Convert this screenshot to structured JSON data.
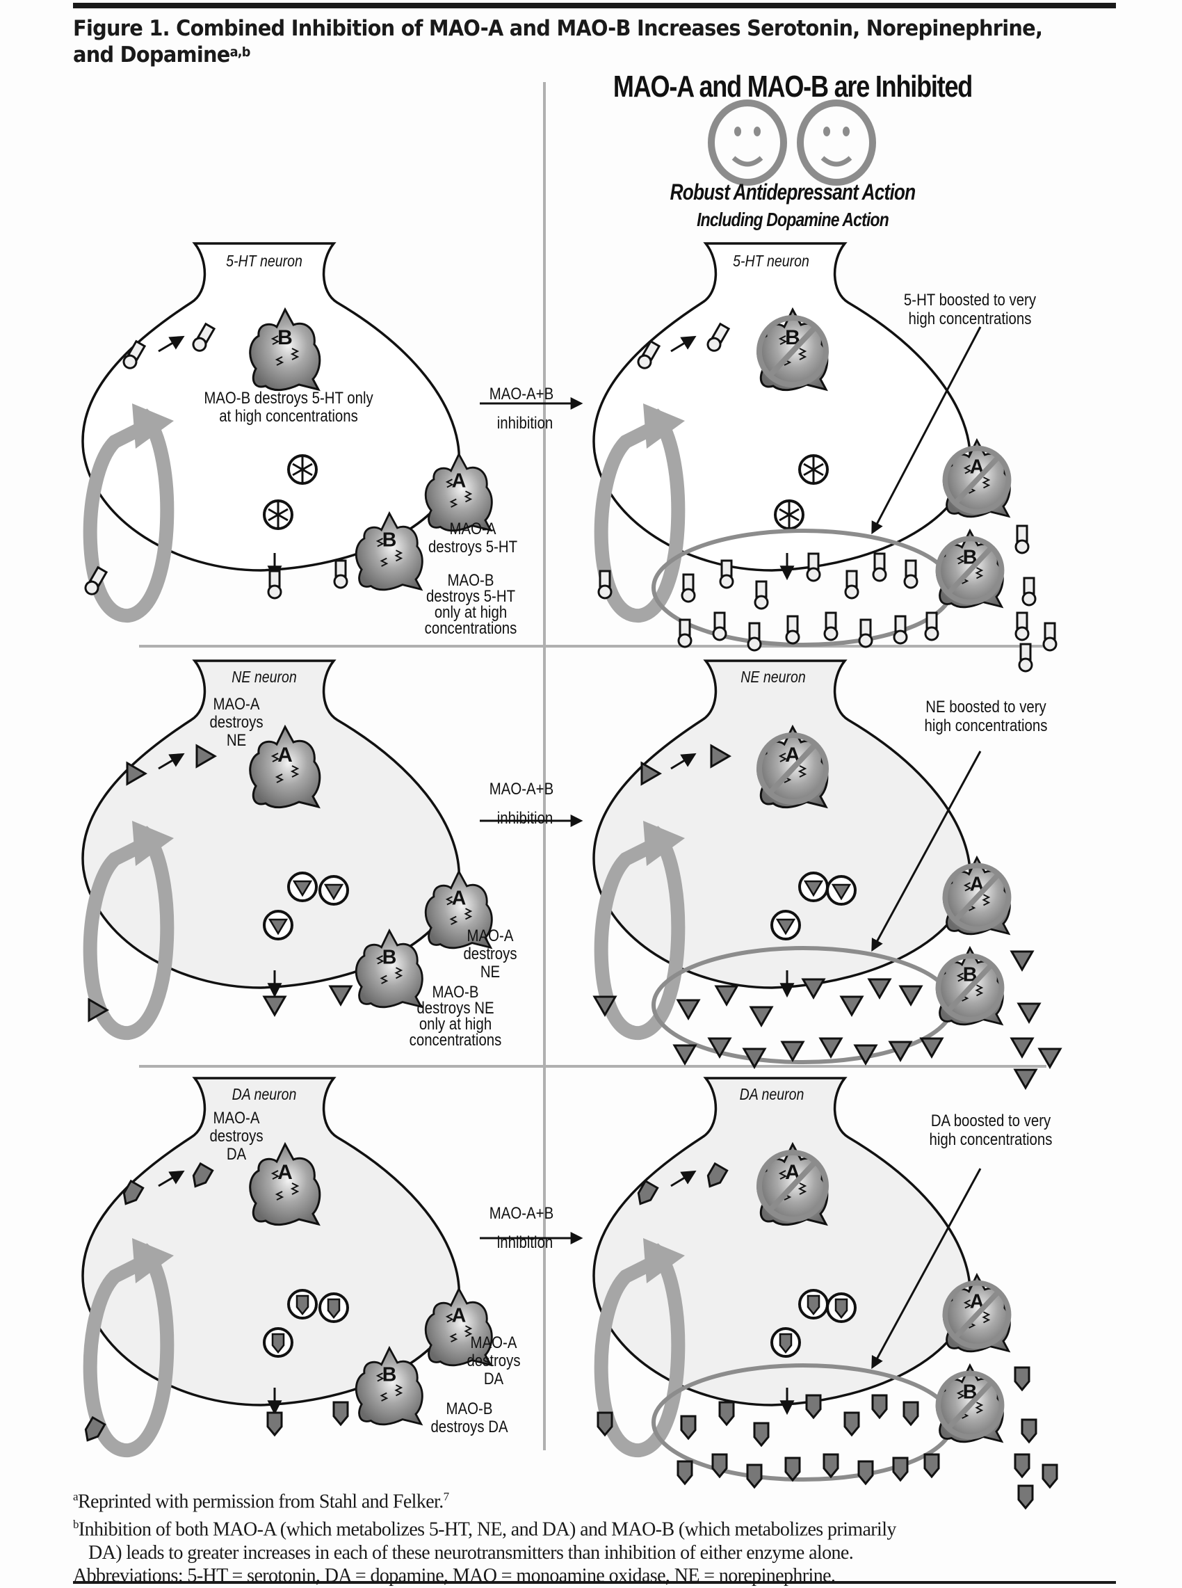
{
  "figure": {
    "title": "Figure 1. Combined Inhibition of MAO-A and MAO-B Increases Serotonin, Norepinephrine, and Dopamine",
    "title_superscript": "a,b",
    "right_header": {
      "title": "MAO-A and MAO-B are Inhibited",
      "subtitle": "Robust Antidepressant Action",
      "subtitle2": "Including Dopamine Action",
      "icons": [
        "smiley-face-icon",
        "smiley-face-icon"
      ]
    },
    "colors": {
      "neuron_fill_ne_da": "#f0f0f0",
      "enzyme_fill": "#8a8a8a",
      "inhibition_ring": "#8c8c8c",
      "reuptake_arrow": "#a6a6a6",
      "divider": "#b0b0b0",
      "text": "#111111"
    },
    "rows": [
      {
        "neurotransmitter": "5-HT",
        "neuron_label": "5-HT neuron",
        "left": {
          "inside_label": "MAO-B destroys 5-HT only at high concentrations",
          "inside_label_lines": [
            "MAO-B destroys 5-HT only",
            "at high concentrations"
          ],
          "outside_a_lines": [
            "MAO-A",
            "destroys 5-HT"
          ],
          "outside_b_lines": [
            "MAO-B",
            "destroys 5-HT",
            "only at high",
            "concentrations"
          ]
        },
        "arrow": {
          "top": "MAO-A+B",
          "bottom": "inhibition"
        },
        "right": {
          "boost_lines": [
            "5-HT boosted to very",
            "high concentrations"
          ]
        },
        "enzyme_letters": [
          "B",
          "A",
          "B"
        ]
      },
      {
        "neurotransmitter": "NE",
        "neuron_label": "NE neuron",
        "left": {
          "inside_label_lines": [
            "MAO-A",
            "destroys",
            "NE"
          ],
          "outside_a_lines": [
            "MAO-A",
            "destroys",
            "NE"
          ],
          "outside_b_lines": [
            "MAO-B",
            "destroys NE",
            "only at high",
            "concentrations"
          ]
        },
        "arrow": {
          "top": "MAO-A+B",
          "bottom": "inhibition"
        },
        "right": {
          "boost_lines": [
            "NE boosted to very",
            "high concentrations"
          ]
        },
        "enzyme_letters": [
          "A",
          "A",
          "B"
        ]
      },
      {
        "neurotransmitter": "DA",
        "neuron_label": "DA neuron",
        "left": {
          "inside_label_lines": [
            "MAO-A",
            "destroys",
            "DA"
          ],
          "outside_a_lines": [
            "MAO-A",
            "destroys",
            "DA"
          ],
          "outside_b_lines": [
            "MAO-B",
            "destroys DA"
          ]
        },
        "arrow": {
          "top": "MAO-A+B",
          "bottom": "inhibition"
        },
        "right": {
          "boost_lines": [
            "DA boosted to very",
            "high concentrations"
          ]
        },
        "enzyme_letters": [
          "A",
          "A",
          "B"
        ]
      }
    ],
    "footnotes": {
      "a_marker": "a",
      "a_text": "Reprinted with permission from Stahl and Felker.",
      "a_ref": "7",
      "b_marker": "b",
      "b_text_line1": "Inhibition of both MAO-A (which metabolizes 5-HT, NE, and DA) and MAO-B (which metabolizes primarily",
      "b_text_line2": "DA) leads to greater increases in each of these neurotransmitters than inhibition of either enzyme alone.",
      "abbreviations": "Abbreviations: 5-HT = serotonin, DA = dopamine, MAO = monoamine oxidase, NE = norepinephrine."
    }
  }
}
